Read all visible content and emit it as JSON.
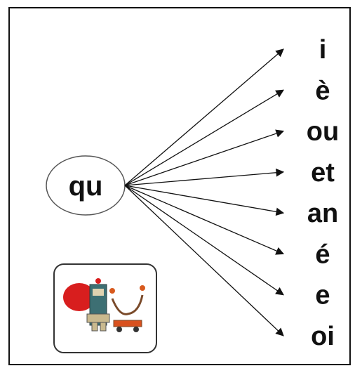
{
  "source_syllable": "qu",
  "targets": [
    "i",
    "è",
    "ou",
    "et",
    "an",
    "é",
    "e",
    "oi"
  ],
  "icon": "robot-figure-icon",
  "colors": {
    "stroke": "#111111",
    "background": "#ffffff",
    "icon_red": "#d81e1e",
    "icon_teal": "#3d6f73"
  }
}
